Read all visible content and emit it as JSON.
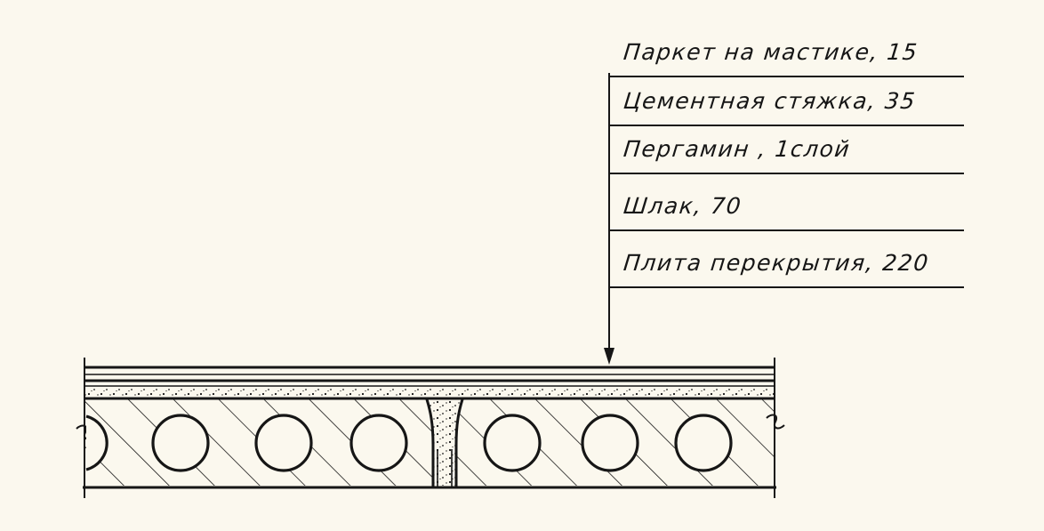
{
  "palette": {
    "paper": "#fbf8ee",
    "ink": "#161616"
  },
  "diagram": {
    "type": "floor-construction-section",
    "layers": [
      {
        "label": "Паркет на мастике, 15"
      },
      {
        "label": "Цементная  стяжка, 35"
      },
      {
        "label": "Пергамин , 1слой"
      },
      {
        "label": "Шлак, 70"
      },
      {
        "label": "Плита  перекрытия, 220"
      }
    ]
  }
}
